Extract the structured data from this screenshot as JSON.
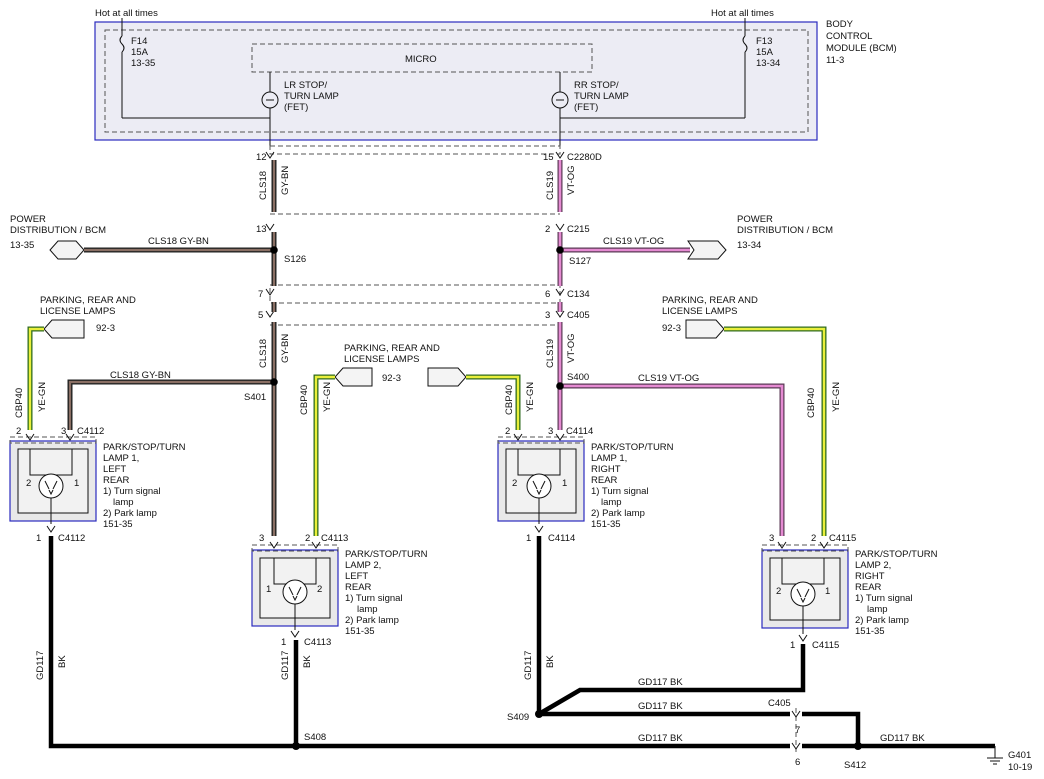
{
  "hot_left": "Hot at all times",
  "hot_right": "Hot at all times",
  "bcm": {
    "l1": "BODY",
    "l2": "CONTROL",
    "l3": "MODULE (BCM)",
    "l4": "11-3"
  },
  "micro": "MICRO",
  "fuse_left": {
    "name": "F14",
    "amp": "15A",
    "ref": "13-35"
  },
  "fuse_right": {
    "name": "F13",
    "amp": "15A",
    "ref": "13-34"
  },
  "fet_left": {
    "l1": "LR STOP/",
    "l2": "TURN LAMP",
    "l3": "(FET)"
  },
  "fet_right": {
    "l1": "RR STOP/",
    "l2": "TURN LAMP",
    "l3": "(FET)"
  },
  "pins": {
    "c2280d_left": "12",
    "c2280d_right": "15",
    "c2280d": "C2280D",
    "c215_left": "13",
    "c215_right": "2",
    "c215": "C215",
    "c134_left": "7",
    "c134_right": "6",
    "c134": "C134",
    "c405_left": "5",
    "c405_right": "3",
    "c405": "C405",
    "c4112_a": "2",
    "c4112_b": "3",
    "c4112_top": "C4112",
    "c4112_bot_pin": "1",
    "c4112_bot": "C4112",
    "c4113_a": "3",
    "c4113_b": "2",
    "c4113_top": "C4113",
    "c4113_bot_pin": "1",
    "c4113_bot": "C4113",
    "c4114_a": "2",
    "c4114_b": "3",
    "c4114_top": "C4114",
    "c4114_bot_pin": "1",
    "c4114_bot": "C4114",
    "c4115_a": "3",
    "c4115_b": "2",
    "c4115_top": "C4115",
    "c4115_bot_pin": "1",
    "c4115_bot": "C4115",
    "c405_bot": "C405",
    "c405_bot_a": "7",
    "c405_bot_b": "6"
  },
  "wires": {
    "cls18": "CLS18",
    "gybn": "GY-BN",
    "cls19": "CLS19",
    "vtog": "VT-OG",
    "cbp40": "CBP40",
    "yegn": "YE-GN",
    "gd117": "GD117",
    "bk": "BK",
    "h_cls18_gybn": "CLS18   GY-BN",
    "h_cls19_vtog": "CLS19   VT-OG",
    "h_gd117_bk": "GD117     BK"
  },
  "splices": {
    "s126": "S126",
    "s127": "S127",
    "s401": "S401",
    "s400": "S400",
    "s408": "S408",
    "s409": "S409",
    "s412": "S412"
  },
  "pd_left": {
    "l1": "POWER",
    "l2": "DISTRIBUTION / BCM",
    "ref": "13-35"
  },
  "pd_right": {
    "l1": "POWER",
    "l2": "DISTRIBUTION / BCM",
    "ref": "13-34"
  },
  "prl_1": {
    "l1": "PARKING, REAR AND",
    "l2": "LICENSE LAMPS",
    "ref": "92-3"
  },
  "prl_2": {
    "l1": "PARKING, REAR AND",
    "l2": "LICENSE LAMPS",
    "ref": "92-3"
  },
  "prl_3": {
    "l1": "PARKING, REAR AND",
    "l2": "LICENSE LAMPS",
    "ref": "92-3"
  },
  "lamp1_left": {
    "l1": "PARK/STOP/TURN",
    "l2": "LAMP 1,",
    "l3": "LEFT",
    "l4": "REAR",
    "l5": "1) Turn signal",
    "l6": "lamp",
    "l7": "2) Park lamp",
    "l8": "151-35",
    "pinl": "2",
    "pinr": "1"
  },
  "lamp2_left": {
    "l1": "PARK/STOP/TURN",
    "l2": "LAMP 2,",
    "l3": "LEFT",
    "l4": "REAR",
    "l5": "1) Turn signal",
    "l6": "lamp",
    "l7": "2) Park lamp",
    "l8": "151-35",
    "pinl": "1",
    "pinr": "2"
  },
  "lamp1_right": {
    "l1": "PARK/STOP/TURN",
    "l2": "LAMP 1,",
    "l3": "RIGHT",
    "l4": "REAR",
    "l5": "1) Turn signal",
    "l6": "lamp",
    "l7": "2) Park lamp",
    "l8": "151-35",
    "pinl": "2",
    "pinr": "1"
  },
  "lamp2_right": {
    "l1": "PARK/STOP/TURN",
    "l2": "LAMP 2,",
    "l3": "RIGHT",
    "l4": "REAR",
    "l5": "1) Turn signal",
    "l6": "lamp",
    "l7": "2) Park lamp",
    "l8": "151-35",
    "pinl": "2",
    "pinr": "1"
  },
  "ground": {
    "name": "G401",
    "ref": "10-19"
  }
}
